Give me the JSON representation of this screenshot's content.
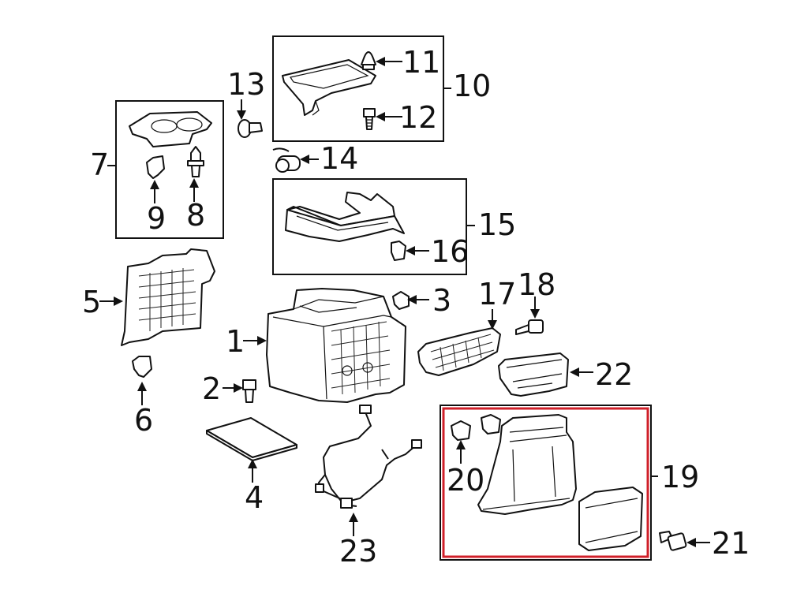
{
  "callouts": [
    {
      "id": "1",
      "label": "1"
    },
    {
      "id": "2",
      "label": "2"
    },
    {
      "id": "3",
      "label": "3"
    },
    {
      "id": "4",
      "label": "4"
    },
    {
      "id": "5",
      "label": "5"
    },
    {
      "id": "6",
      "label": "6"
    },
    {
      "id": "7",
      "label": "7"
    },
    {
      "id": "8",
      "label": "8"
    },
    {
      "id": "9",
      "label": "9"
    },
    {
      "id": "10",
      "label": "10"
    },
    {
      "id": "11",
      "label": "11"
    },
    {
      "id": "12",
      "label": "12"
    },
    {
      "id": "13",
      "label": "13"
    },
    {
      "id": "14",
      "label": "14"
    },
    {
      "id": "15",
      "label": "15"
    },
    {
      "id": "16",
      "label": "16"
    },
    {
      "id": "17",
      "label": "17"
    },
    {
      "id": "18",
      "label": "18"
    },
    {
      "id": "19",
      "label": "19"
    },
    {
      "id": "20",
      "label": "20"
    },
    {
      "id": "21",
      "label": "21"
    },
    {
      "id": "22",
      "label": "22"
    },
    {
      "id": "23",
      "label": "23"
    }
  ],
  "colors": {
    "line": "#111111",
    "highlight": "#d0202a",
    "background": "#ffffff"
  },
  "highlighted_group": "19"
}
